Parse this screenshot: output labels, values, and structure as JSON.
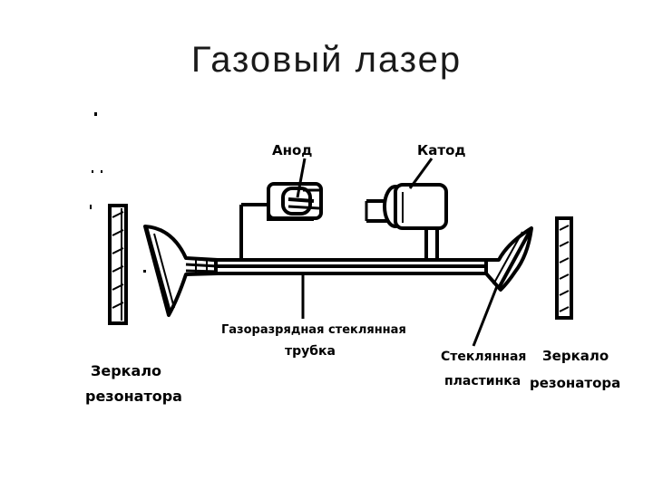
{
  "title": "Газовый лазер",
  "labels": {
    "anode": "Анод",
    "cathode": "Катод",
    "tube_line1": "Газоразрядная стеклянная",
    "tube_line2": "трубка",
    "window_line1": "Стеклянная",
    "window_line2": "пластинка",
    "mirror_left_line1": "Зеркало",
    "mirror_left_line2": "резонатора",
    "mirror_right_line1": "Зеркало",
    "mirror_right_line2": "резонатора"
  }
}
